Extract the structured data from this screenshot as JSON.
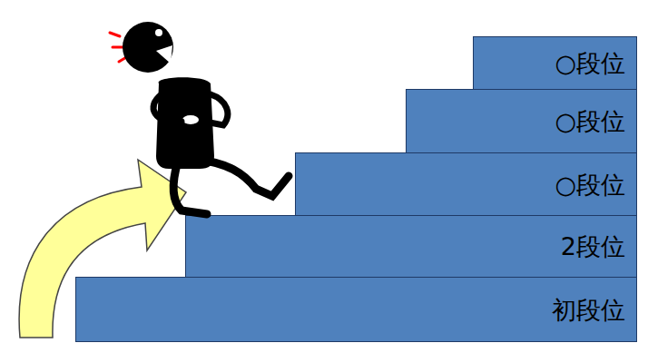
{
  "diagram": {
    "nodes": [
      {
        "text": [
          "○段位"
        ]
      },
      {
        "text": [
          "○段位"
        ]
      },
      {
        "text": [
          "○段位"
        ]
      },
      {
        "text": [
          "2段位"
        ]
      },
      {
        "text": [
          "初段位"
        ]
      }
    ]
  }
}
